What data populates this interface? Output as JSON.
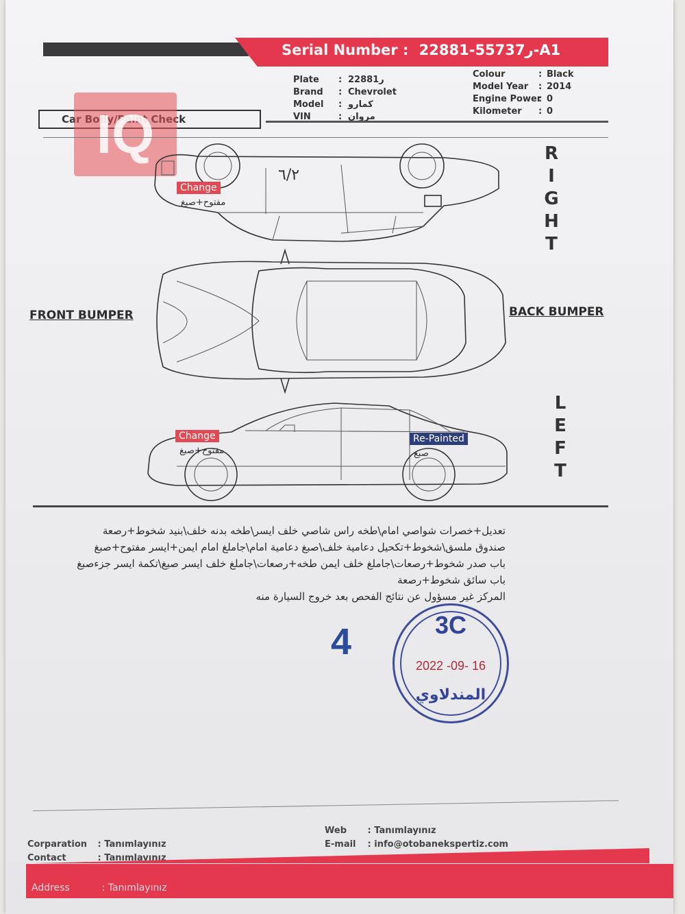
{
  "header": {
    "serial_label": "Serial Number :",
    "serial_value": "ر55737-22881-A1",
    "section_title": "Car Body/Paint Check",
    "logo_text": "IQ"
  },
  "vehicle_left": [
    {
      "label": "Plate",
      "sep": ":",
      "value": "ر22881"
    },
    {
      "label": "Brand",
      "sep": ":",
      "value": "Chevrolet"
    },
    {
      "label": "Model",
      "sep": ":",
      "value": "كمارو"
    },
    {
      "label": "VIN",
      "sep": ":",
      "value": "مروان"
    }
  ],
  "vehicle_right": [
    {
      "label": "Colour",
      "sep": ":",
      "value": "Black"
    },
    {
      "label": "Model Year",
      "sep": ":",
      "value": "2014"
    },
    {
      "label": "Engine Power",
      "sep": ":",
      "value": "0"
    },
    {
      "label": "Kilometer",
      "sep": ":",
      "value": "0"
    }
  ],
  "diagram": {
    "right_letters": [
      "R",
      "I",
      "G",
      "H",
      "T"
    ],
    "left_letters": [
      "L",
      "E",
      "F",
      "T"
    ],
    "front_bumper": "FRONT BUMPER",
    "back_bumper": "BACK BUMPER",
    "handwriting": "٦/٢",
    "tags": {
      "right_change": "Change",
      "right_change_note": "مفتوح+صبغ",
      "left_change": "Change",
      "left_change_note": "مفتوح+صبغ",
      "left_repainted": "Re-Painted",
      "left_repainted_note": "صبغ"
    }
  },
  "notes": [
    "تعديل+خصرات شواصي امام\\طخه راس شاصي خلف ايسر\\طخه بدنه خلف\\بنيد شخوط+رصعة",
    "صندوق ملسق\\شخوط+تكحيل دعامية خلف\\صبغ دعامية امام\\جاملغ امام ايمن+ايسر مفتوح+صبغ",
    "باب صدر شخوط+رصعات\\جاملغ خلف ايمن طخه+رصعات\\جاملغ خلف ايسر صبغ\\تكمة ايسر جزءصبغ",
    "باب سائق شخوط+رصعة",
    "المركز غير مسؤول عن نتائج الفحص بعد خروج السيارة منه"
  ],
  "stamp": {
    "number": "4",
    "code": "3C",
    "date": "2022 -09- 16",
    "name": "المندلاوي"
  },
  "footer": {
    "corporation_label": "Corparation",
    "corporation_value": "Tanımlayınız",
    "contact_label": "Contact",
    "contact_value": "Tanımlayınız",
    "web_label": "Web",
    "web_value": "Tanımlayınız",
    "email_label": "E-mail",
    "email_value": "info@otobanekspertiz.com",
    "address_label": "Address",
    "address_value": "Tanımlayınız",
    "sep": ":"
  },
  "colors": {
    "brand_red": "#e3384d",
    "dark_bar": "#3a3a3c",
    "stamp_blue": "#344597",
    "repaint_blue": "#2d3f7a"
  }
}
